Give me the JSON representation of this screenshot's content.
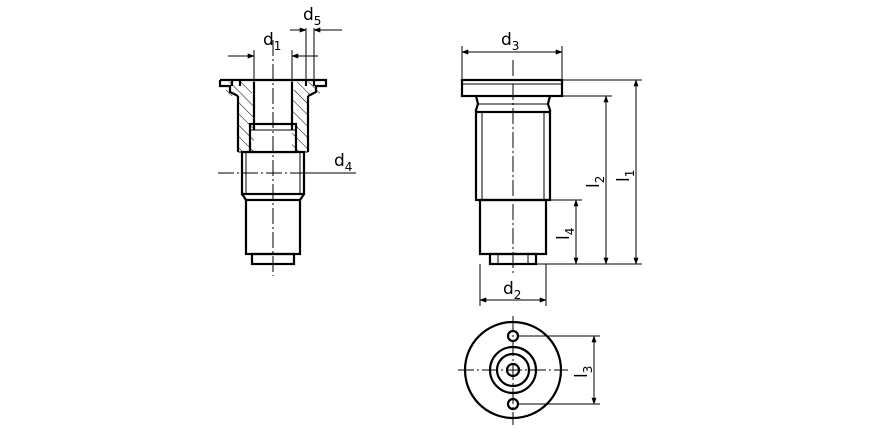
{
  "labels": {
    "d1": {
      "main": "d",
      "sub": "1"
    },
    "d5": {
      "main": "d",
      "sub": "5"
    },
    "d4": {
      "main": "d",
      "sub": "4"
    },
    "d3": {
      "main": "d",
      "sub": "3"
    },
    "d2": {
      "main": "d",
      "sub": "2"
    },
    "l1": {
      "main": "l",
      "sub": "1"
    },
    "l2": {
      "main": "l",
      "sub": "2"
    },
    "l3": {
      "main": "l",
      "sub": "3"
    },
    "l4": {
      "main": "l",
      "sub": "4"
    }
  },
  "colors": {
    "line": "#000000",
    "background": "#ffffff"
  }
}
